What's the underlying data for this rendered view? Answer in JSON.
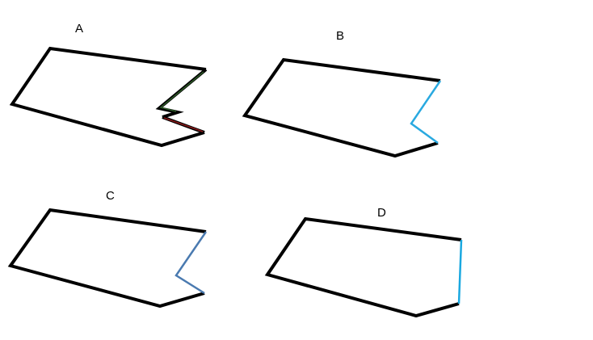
{
  "figures": [
    {
      "label": "A",
      "edge_colors": [
        "#2d5a27",
        "#8b1a1a"
      ]
    },
    {
      "label": "B",
      "edge_colors": [
        "#29a9e0"
      ]
    },
    {
      "label": "C",
      "edge_colors": [
        "#4a7ab0"
      ]
    },
    {
      "label": "D",
      "edge_colors": [
        "#1aa8e0"
      ]
    }
  ],
  "colors": {
    "outline": "#000000",
    "background": "#ffffff"
  }
}
